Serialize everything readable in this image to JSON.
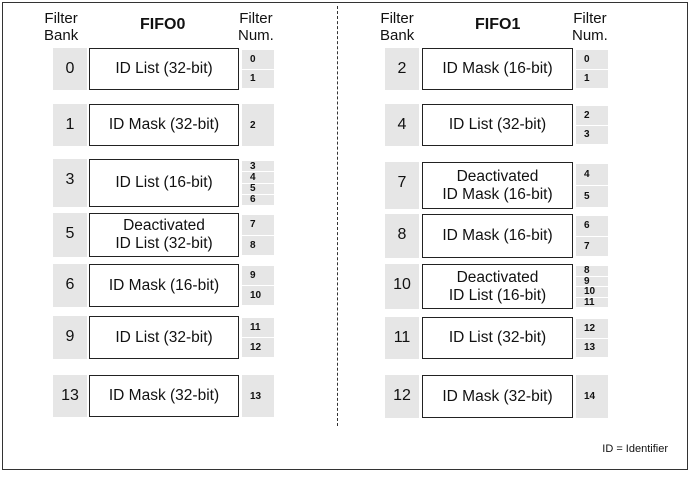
{
  "headers": {
    "filter_bank": "Filter\nBank",
    "filter_num": "Filter\nNum."
  },
  "fifo0": {
    "title": "FIFO0",
    "rows": [
      {
        "bank": "0",
        "mode": "ID List (32-bit)",
        "nums": [
          "0",
          "1"
        ]
      },
      {
        "bank": "1",
        "mode": "ID Mask (32-bit)",
        "nums": [
          "2"
        ]
      },
      {
        "bank": "3",
        "mode": "ID List (16-bit)",
        "nums": [
          "3",
          "4",
          "5",
          "6"
        ]
      },
      {
        "bank": "5",
        "mode": "Deactivated\nID List (32-bit)",
        "nums": [
          "7",
          "8"
        ]
      },
      {
        "bank": "6",
        "mode": "ID Mask (16-bit)",
        "nums": [
          "9",
          "10"
        ]
      },
      {
        "bank": "9",
        "mode": "ID List (32-bit)",
        "nums": [
          "11",
          "12"
        ]
      },
      {
        "bank": "13",
        "mode": "ID Mask (32-bit)",
        "nums": [
          "13"
        ]
      }
    ]
  },
  "fifo1": {
    "title": "FIFO1",
    "rows": [
      {
        "bank": "2",
        "mode": "ID Mask (16-bit)",
        "nums": [
          "0",
          "1"
        ]
      },
      {
        "bank": "4",
        "mode": "ID List (32-bit)",
        "nums": [
          "2",
          "3"
        ]
      },
      {
        "bank": "7",
        "mode": "Deactivated\nID Mask (16-bit)",
        "nums": [
          "4",
          "5"
        ]
      },
      {
        "bank": "8",
        "mode": "ID Mask (16-bit)",
        "nums": [
          "6",
          "7"
        ]
      },
      {
        "bank": "10",
        "mode": "Deactivated\nID List (16-bit)",
        "nums": [
          "8",
          "9",
          "10",
          "11"
        ]
      },
      {
        "bank": "11",
        "mode": "ID List (32-bit)",
        "nums": [
          "12",
          "13"
        ]
      },
      {
        "bank": "12",
        "mode": "ID Mask (32-bit)",
        "nums": [
          "14"
        ]
      }
    ]
  },
  "legend": "ID = Identifier"
}
